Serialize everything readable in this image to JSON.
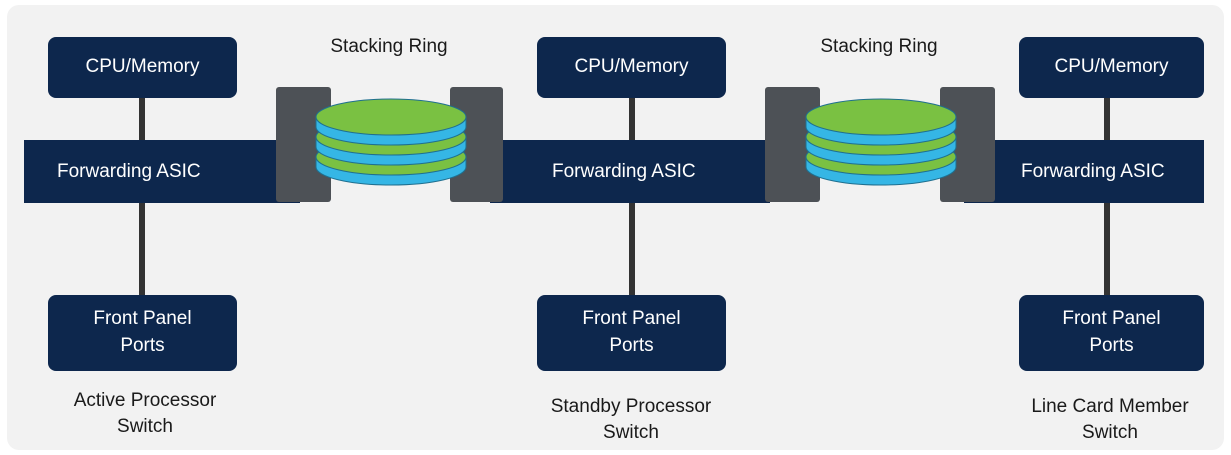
{
  "colors": {
    "background": "#f2f2f2",
    "box": "#0d274d",
    "text_on_box": "#ffffff",
    "connector": "#4d5156",
    "line": "#333333",
    "disk_top": "#7ac142",
    "disk_edge": "#35b6e5"
  },
  "stacking_ring_label": "Stacking Ring",
  "switches": [
    {
      "cpu_label": "CPU/Memory",
      "asic_label": "Forwarding ASIC",
      "ports_line1": "Front Panel",
      "ports_line2": "Ports",
      "name_line1": "Active Processor",
      "name_line2": "Switch"
    },
    {
      "cpu_label": "CPU/Memory",
      "asic_label": "Forwarding ASIC",
      "ports_line1": "Front Panel",
      "ports_line2": "Ports",
      "name_line1": "Standby Processor",
      "name_line2": "Switch"
    },
    {
      "cpu_label": "CPU/Memory",
      "asic_label": "Forwarding ASIC",
      "ports_line1": "Front Panel",
      "ports_line2": "Ports",
      "name_line1": "Line Card Member",
      "name_line2": "Switch"
    }
  ]
}
